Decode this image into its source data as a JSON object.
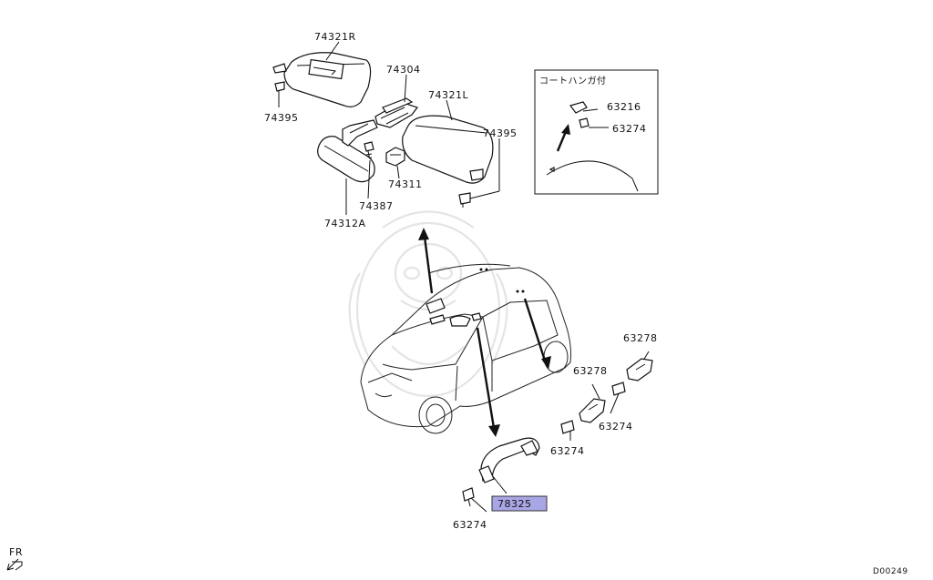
{
  "labels": {
    "p74321R": "74321R",
    "p74304": "74304",
    "p74321L": "74321L",
    "p74395a": "74395",
    "p74395b": "74395",
    "p74387": "74387",
    "p74311": "74311",
    "p74312A": "74312A",
    "p63216": "63216",
    "p63274_inset": "63274",
    "p63278a": "63278",
    "p63278b": "63278",
    "p63274a": "63274",
    "p63274b": "63274",
    "p63274c": "63274",
    "p78325": "78325"
  },
  "inset_title": "コートハンガ付",
  "fr_label": "FR",
  "diagram_code": "D00249",
  "highlight_color": "#a9a6e6"
}
